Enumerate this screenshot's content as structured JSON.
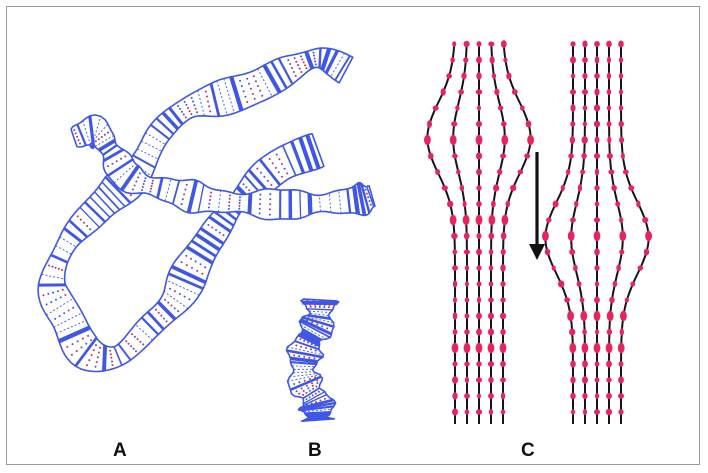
{
  "labels": {
    "a": "A",
    "b": "B",
    "c": "C"
  },
  "colors": {
    "chromosome_fill": "#ffffff",
    "chromosome_band": "#3f57e6",
    "chromosome_dot": "#c0306a",
    "strand": "#151515",
    "chromomere": "#e8245e",
    "arrow": "#111111"
  },
  "icons": {
    "arrow": "down-arrow"
  }
}
